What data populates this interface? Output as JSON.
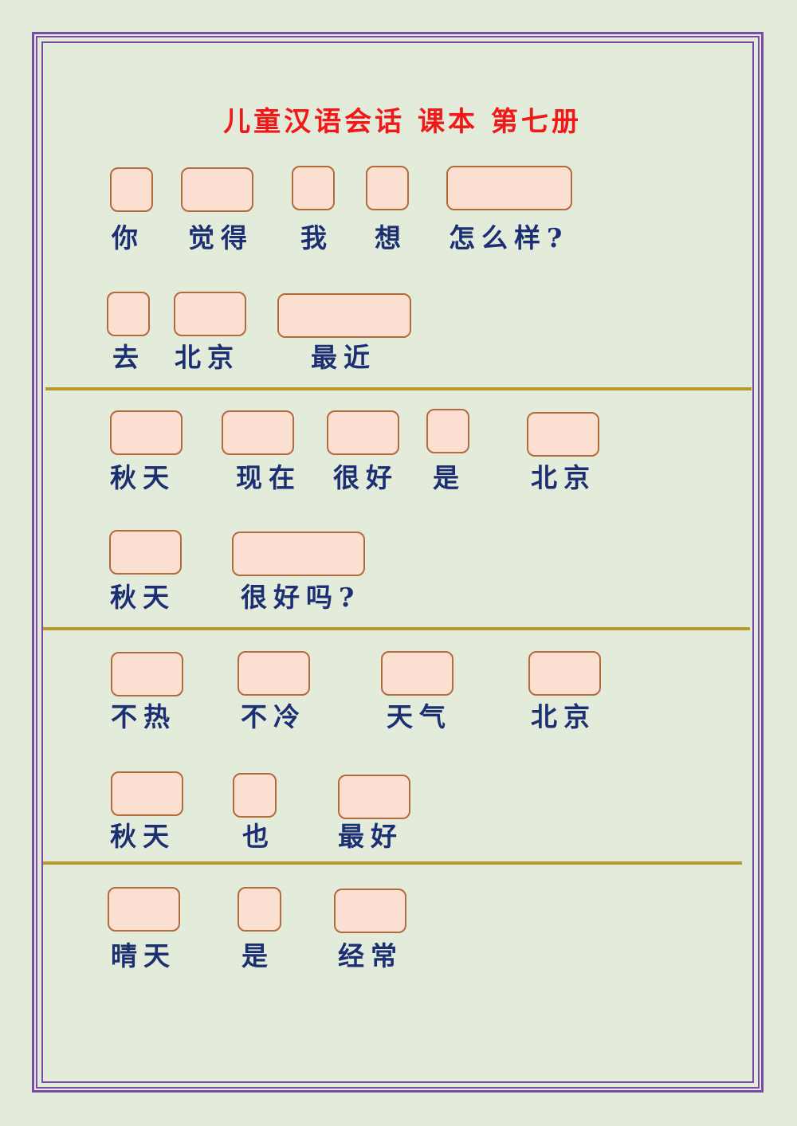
{
  "title": "儿童汉语会话 课本 第七册",
  "sections": [
    {
      "rows": [
        {
          "words": [
            "你",
            "觉得",
            "我",
            "想",
            "怎么样?"
          ]
        },
        {
          "words": [
            "去",
            "北京",
            "最近"
          ]
        }
      ]
    },
    {
      "rows": [
        {
          "words": [
            "秋天",
            "现在",
            "很好",
            "是",
            "北京"
          ]
        },
        {
          "words": [
            "秋天",
            "很好吗?"
          ]
        }
      ]
    },
    {
      "rows": [
        {
          "words": [
            "不热",
            "不冷",
            "天气",
            "北京"
          ]
        },
        {
          "words": [
            "秋天",
            "也",
            "最好"
          ]
        }
      ]
    },
    {
      "rows": [
        {
          "words": [
            "晴天",
            "是",
            "经常"
          ]
        }
      ]
    }
  ],
  "colors": {
    "background": "#e3ecda",
    "frame": "#7a4aa8",
    "title": "#f01818",
    "word": "#1c2f73",
    "box_fill": "#fbe0d2",
    "box_border": "#b36a3c",
    "divider": "#b89a2a"
  }
}
